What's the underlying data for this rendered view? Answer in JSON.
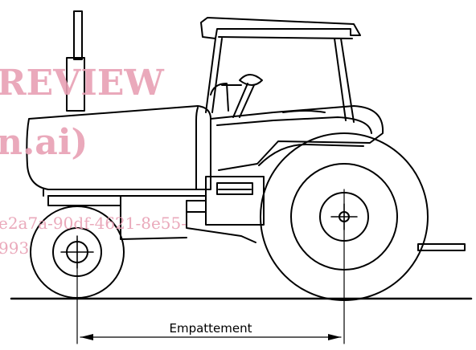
{
  "diagram": {
    "dimension_label": "Empattement"
  },
  "watermark": {
    "line1": "REVIEW",
    "line2": "n.ai)",
    "line3": "e2a7a-90df-4621-8e55-",
    "line4": "993"
  },
  "colors": {
    "ink": "#000000",
    "background": "#ffffff",
    "watermark": "#e8a0b4"
  }
}
